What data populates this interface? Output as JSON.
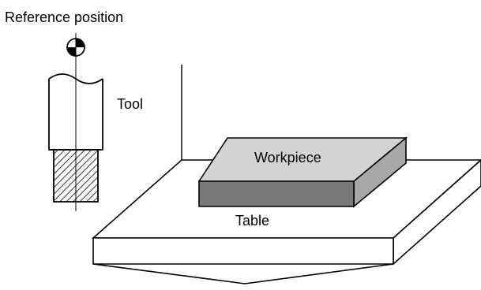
{
  "labels": {
    "reference_position": "Reference position",
    "tool": "Tool",
    "workpiece": "Workpiece",
    "table": "Table"
  },
  "colors": {
    "ink": "#000000",
    "background": "#ffffff",
    "workpiece_top": "#d3d3d3",
    "workpiece_front": "#7a7a7a",
    "workpiece_side": "#a8a8a8"
  },
  "icons": {
    "reference_marker": "reference-position-marker-icon"
  }
}
